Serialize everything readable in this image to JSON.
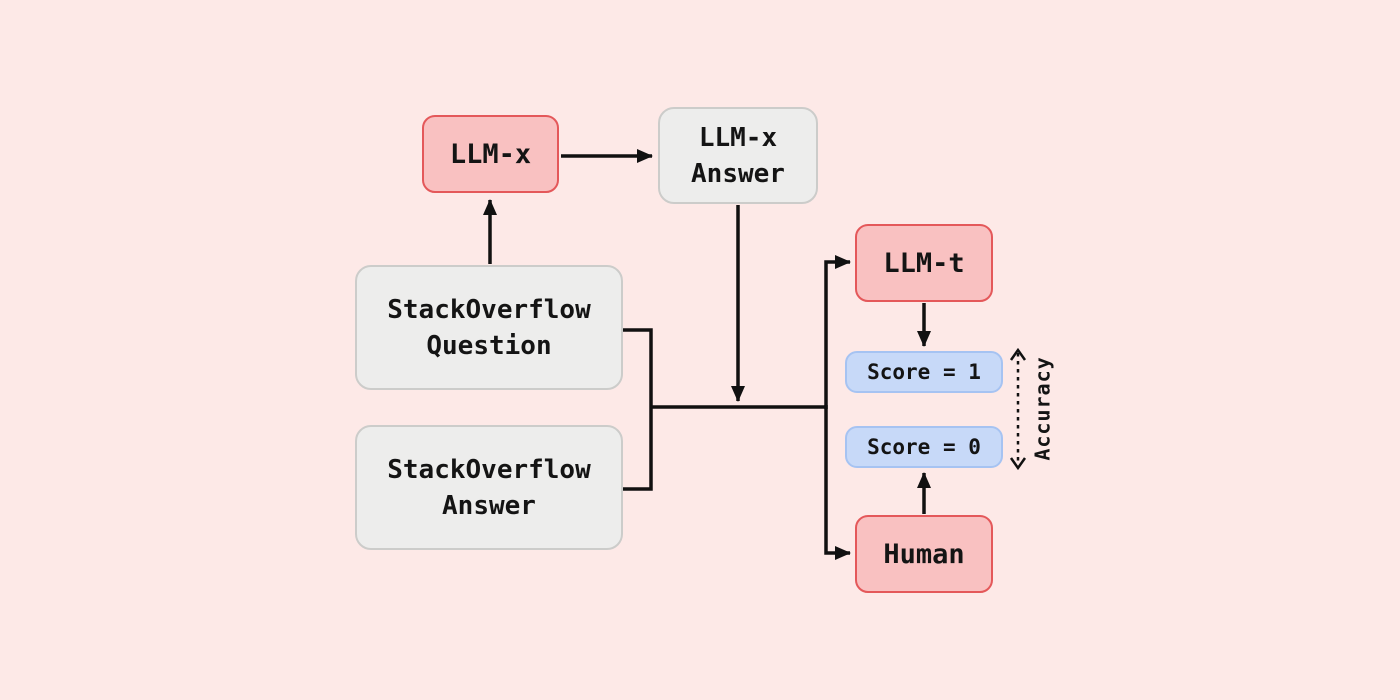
{
  "colors": {
    "background": "#FDE9E7",
    "model_fill": "#F9C1C1",
    "model_border": "#E4585A",
    "data_fill": "#EDEDEC",
    "data_border": "#CCCCCA",
    "score_fill": "#C7D9F8",
    "score_border": "#A6C3F2",
    "line": "#111111"
  },
  "nodes": {
    "llm_x": {
      "label": "LLM-x"
    },
    "llm_x_answer": {
      "label": "LLM-x\nAnswer"
    },
    "so_question": {
      "label": "StackOverflow\nQuestion"
    },
    "so_answer": {
      "label": "StackOverflow\nAnswer"
    },
    "llm_t": {
      "label": "LLM-t"
    },
    "score_1": {
      "label": "Score = 1"
    },
    "score_0": {
      "label": "Score = 0"
    },
    "human": {
      "label": "Human"
    }
  },
  "annotations": {
    "accuracy": "Accuracy"
  }
}
